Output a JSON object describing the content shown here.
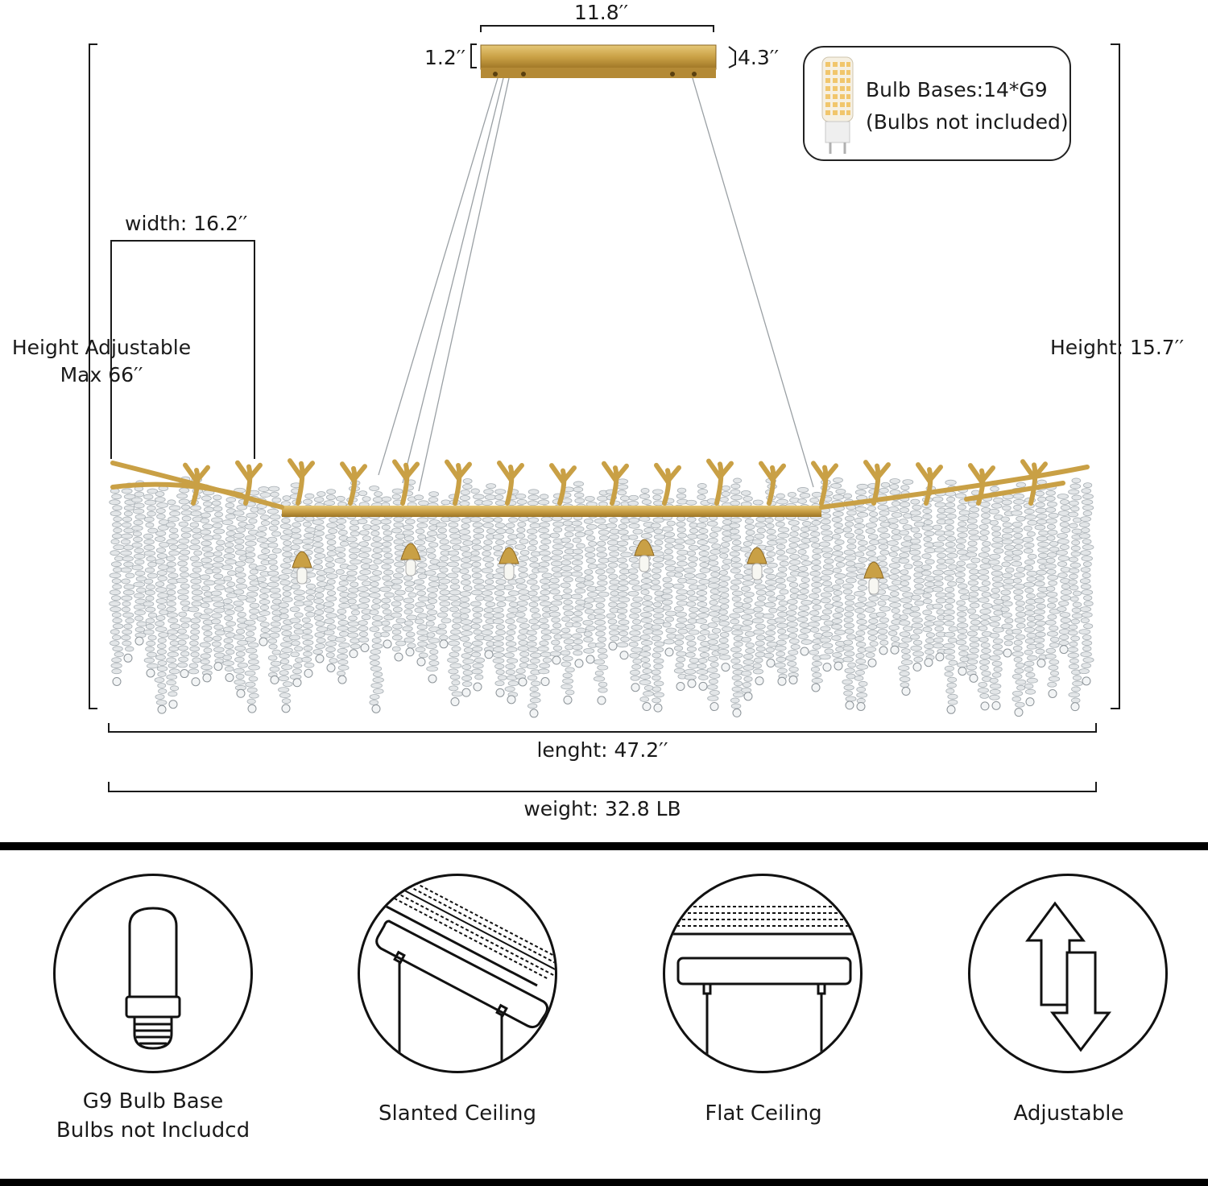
{
  "dimensions": {
    "canopy_length": "11.8′′",
    "canopy_height": "1.2′′",
    "canopy_width": "4.3′′",
    "width": "width: 16.2′′",
    "height_adjustable_line1": "Height Adjustable",
    "height_adjustable_line2": "Max 66′′",
    "height": "Height: 15.7′′",
    "length": "lenght: 47.2′′",
    "weight": "weight: 32.8 LB"
  },
  "bulb_info": {
    "line1": "Bulb Bases:14*G9",
    "line2": "(Bulbs not included)"
  },
  "features": [
    {
      "line1": "G9 Bulb Base",
      "line2": "Bulbs not Includcd",
      "icon": "bulb-icon"
    },
    {
      "line1": "Slanted Ceiling",
      "line2": "",
      "icon": "slanted-ceiling-icon"
    },
    {
      "line1": "Flat Ceiling",
      "line2": "",
      "icon": "flat-ceiling-icon"
    },
    {
      "line1": "Adjustable",
      "line2": "",
      "icon": "adjustable-arrows-icon"
    }
  ],
  "colors": {
    "gold": "#c9a045",
    "crystal": "#d9dde0",
    "line": "#1a1a1a"
  }
}
